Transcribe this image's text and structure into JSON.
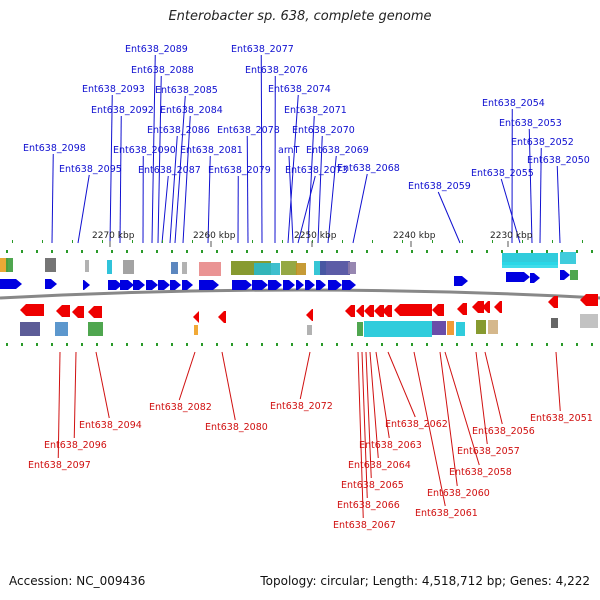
{
  "title": "Enterobacter sp. 638, complete genome",
  "footer": {
    "accession": "Accession: NC_009436",
    "summary": "Topology: circular; Length: 4,518,712 bp; Genes: 4,222"
  },
  "colors": {
    "forward_label": "#1010d0",
    "reverse_label": "#d01010",
    "forward_arrow": "#0000e0",
    "reverse_arrow": "#ee0000",
    "backbone": "#888888"
  },
  "ticks": [
    "2270 kbp",
    "2260 kbp",
    "2250 kbp",
    "2240 kbp",
    "2230 kbp"
  ],
  "forward_genes": [
    "Ent638_2098",
    "Ent638_2095",
    "Ent638_2093",
    "Ent638_2092",
    "Ent638_2090",
    "Ent638_2089",
    "Ent638_2088",
    "Ent638_2087",
    "Ent638_2086",
    "Ent638_2085",
    "Ent638_2084",
    "Ent638_2081",
    "Ent638_2079",
    "Ent638_2078",
    "Ent638_2077",
    "Ent638_2076",
    "Ent638_2074",
    "Ent638_2073",
    "arnT",
    "Ent638_2071",
    "Ent638_2070",
    "Ent638_2069",
    "Ent638_2068",
    "Ent638_2059",
    "Ent638_2055",
    "Ent638_2054",
    "Ent638_2053",
    "Ent638_2052",
    "Ent638_2050"
  ],
  "reverse_genes": [
    "Ent638_2097",
    "Ent638_2096",
    "Ent638_2094",
    "Ent638_2082",
    "Ent638_2080",
    "Ent638_2072",
    "Ent638_2067",
    "Ent638_2066",
    "Ent638_2065",
    "Ent638_2064",
    "Ent638_2063",
    "Ent638_2062",
    "Ent638_2061",
    "Ent638_2060",
    "Ent638_2058",
    "Ent638_2057",
    "Ent638_2056",
    "Ent638_2051"
  ]
}
